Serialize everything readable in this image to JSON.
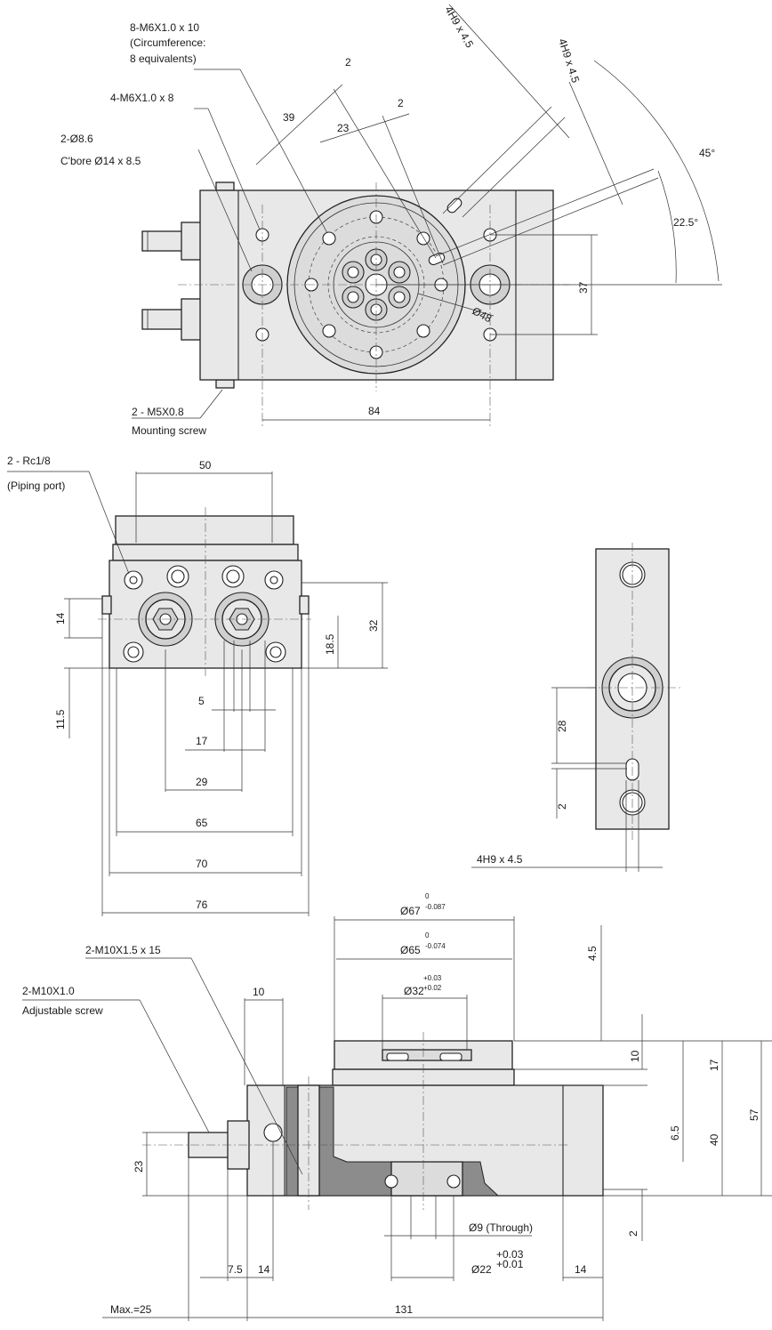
{
  "labels": {
    "m6x10": "8-M6X1.0 x 10",
    "circumference": "(Circumference:",
    "equivalents": "8 equivalents)",
    "m6x8": "4-M6X1.0 x 8",
    "d86": "2-Ø8.6",
    "cbore": "C'bore Ø14 x 8.5",
    "m5": "2 - M5X0.8",
    "mounting_screw": "Mounting screw",
    "rc18": "2 - Rc1/8",
    "piping_port": "(Piping port)",
    "h9_a": "4H9 x 4.5",
    "h9_b": "4H9 x 4.5",
    "h9_c": "4H9 x 4.5",
    "m10x15": "2-M10X1.5 x 15",
    "m10": "2-M10X1.0",
    "adjustable_screw": "Adjustable screw",
    "d9_through": "Ø9 (Through)",
    "max25": "Max.=25"
  },
  "dims": {
    "d2a": "2",
    "d39": "39",
    "d23": "23",
    "d2b": "2",
    "a45": "45°",
    "a225": "22.5°",
    "d37": "37",
    "d48": "Ø48",
    "d84": "84",
    "d50": "50",
    "d14": "14",
    "d32": "32",
    "d185": "18.5",
    "d115": "11.5",
    "d5": "5",
    "d17": "17",
    "d29": "29",
    "d65": "65",
    "d70": "70",
    "d76": "76",
    "d28": "28",
    "d2c": "2",
    "d67": "Ø67",
    "d67_up": "0",
    "d67_lo": "-0.087",
    "d65d": "Ø65",
    "d65_up": "0",
    "d65_lo": "-0.074",
    "d32d": "Ø32",
    "d32_up": "+0.03",
    "d32_lo": "+0.02",
    "d45": "4.5",
    "d10a": "10",
    "d10b": "10",
    "d17b": "17",
    "d57": "57",
    "d65b": "6.5",
    "d40": "40",
    "d23b": "23",
    "d2d": "2",
    "d22": "Ø22",
    "d22_up": "+0.03",
    "d22_lo": "+0.01",
    "d75": "7.5",
    "d14b": "14",
    "d14c": "14",
    "d131": "131"
  }
}
